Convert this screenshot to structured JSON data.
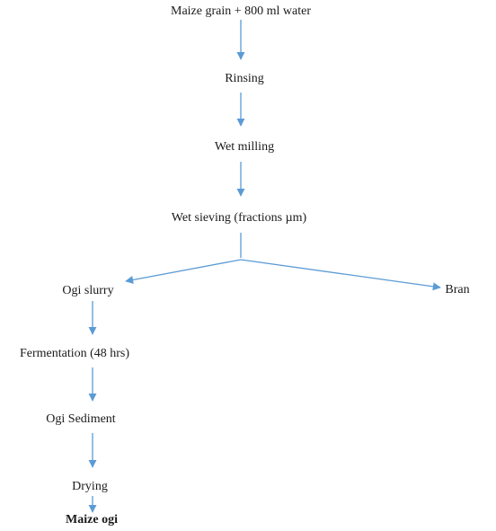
{
  "flowchart": {
    "steps": {
      "start": "Maize grain + 800 ml water",
      "rinsing": "Rinsing",
      "wet_milling": "Wet milling",
      "wet_sieving": "Wet sieving (fractions µm)",
      "ogi_slurry": "Ogi slurry",
      "bran": "Bran",
      "fermentation": "Fermentation (48 hrs)",
      "ogi_sediment": "Ogi Sediment",
      "drying": "Drying",
      "maize_ogi": "Maize ogi"
    },
    "colors": {
      "arrow": "#5b9bd5",
      "text": "#1a1a1a"
    }
  }
}
